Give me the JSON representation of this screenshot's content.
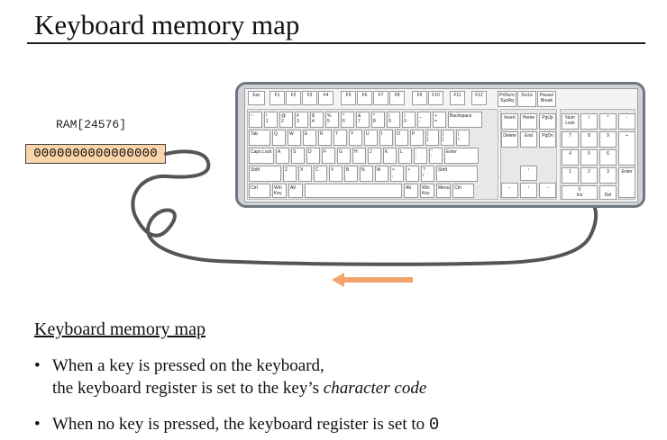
{
  "slide": {
    "title": "Keyboard memory map"
  },
  "ram": {
    "label": "RAM[24576]",
    "value": "0000000000000000",
    "cell_color": "#fbd4a9"
  },
  "keyboard": {
    "function_row": [
      "Esc",
      "F1",
      "F2",
      "F3",
      "F4",
      "F5",
      "F6",
      "F7",
      "F8",
      "F9",
      "F10",
      "F11",
      "F12"
    ],
    "system_keys": [
      "PrtScrn\nSysRq",
      "ScrLk",
      "Pause/\nBreak"
    ],
    "row1": [
      "~\n`",
      "!\n1",
      "@\n2",
      "#\n3",
      "$\n4",
      "%\n5",
      "^\n6",
      "&\n7",
      "*\n8",
      "(\n9",
      ")\n0",
      "_\n-",
      "+\n=",
      "Backspace"
    ],
    "row2": [
      "Tab",
      "Q",
      "W",
      "E",
      "R",
      "T",
      "Y",
      "U",
      "I",
      "O",
      "P",
      "{\n[",
      "}\n]",
      "|\n\\"
    ],
    "row3": [
      "Caps Lock",
      "A",
      "S",
      "D",
      "F",
      "G",
      "H",
      "J",
      "K",
      "L",
      ":\n;",
      "\"\n'",
      "Enter"
    ],
    "row4": [
      "Shift",
      "Z",
      "X",
      "C",
      "V",
      "B",
      "N",
      "M",
      "<\n,",
      ">\n.",
      "?\n/",
      "Shift"
    ],
    "row5": [
      "Ctrl",
      "Win\nKey",
      "Alt",
      "",
      "Alt",
      "Win\nKey",
      "Menu",
      "Ctrl"
    ],
    "nav_top": [
      "Insert",
      "Home",
      "PgUp"
    ],
    "nav_bottom": [
      "Delete",
      "End",
      "PgDn"
    ],
    "arrows": [
      "↑",
      "←",
      "↓",
      "→"
    ],
    "numpad_row1": [
      "Num\nLock",
      "/",
      "*",
      "-"
    ],
    "numpad_row2": [
      "7",
      "8",
      "9",
      "+"
    ],
    "numpad_row3": [
      "4",
      "5",
      "6"
    ],
    "numpad_row4": [
      "1",
      "2",
      "3",
      "Enter"
    ],
    "numpad_row5": [
      "0\nIns",
      ".\nDel"
    ],
    "body_color": "#cfd2d6",
    "border_color": "#6f7880"
  },
  "cable_color": "#555555",
  "arrow_color": "#f2a46c",
  "section": {
    "heading": "Keyboard memory map",
    "bullet_char": "•",
    "bullet1_line1": "When a key is pressed on the keyboard,",
    "bullet1_line2_prefix": "the keyboard register is set to the key’s ",
    "bullet1_line2_italic": "character code",
    "bullet2_prefix": "When no key is pressed, the keyboard register is set to ",
    "bullet2_code": "0"
  }
}
